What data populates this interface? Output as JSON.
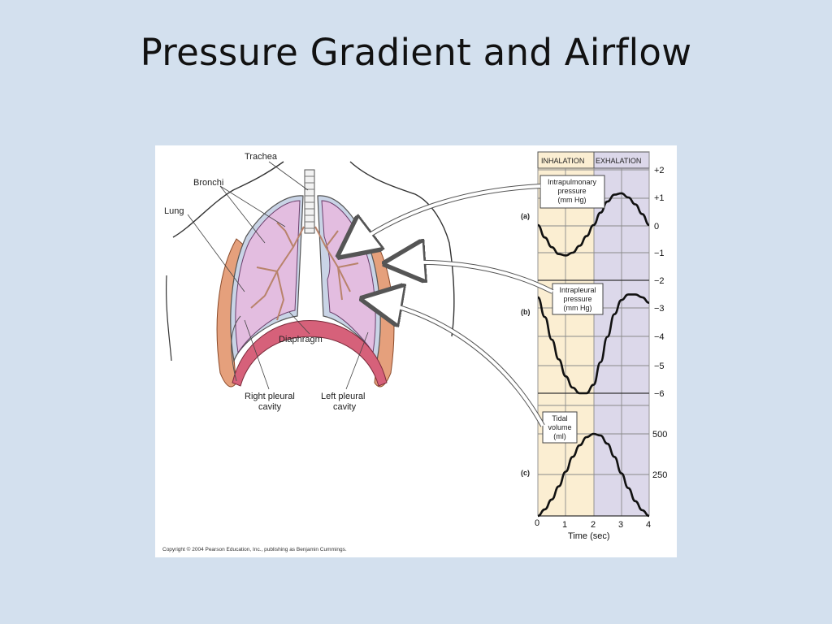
{
  "slide": {
    "title": "Pressure Gradient and Airflow"
  },
  "anatomy": {
    "trachea": "Trachea",
    "bronchi": "Bronchi",
    "lung": "Lung",
    "diaphragm": "Diaphragm",
    "right_pleural_1": "Right pleural",
    "right_pleural_2": "cavity",
    "left_pleural_1": "Left pleural",
    "left_pleural_2": "cavity"
  },
  "graph": {
    "phase_inhalation": "INHALATION",
    "phase_exhalation": "EXHALATION",
    "xlabel": "Time (sec)",
    "colors": {
      "inhalation": "#fbeed2",
      "exhalation": "#dcd8ea"
    }
  },
  "copyright": "Copyright © 2004 Pearson Education, Inc., publishing as Benjamin Cummings.",
  "chart_data": [
    {
      "type": "line",
      "panel": "(a)",
      "box_lines": [
        "Intrapulmonary",
        "pressure",
        "(mm Hg)"
      ],
      "x": [
        0,
        0.25,
        0.5,
        0.75,
        1,
        1.25,
        1.5,
        1.75,
        2,
        2.25,
        2.5,
        2.75,
        3,
        3.25,
        3.5,
        3.75,
        4
      ],
      "y": [
        0,
        -0.45,
        -0.8,
        -1.05,
        -1.1,
        -1.0,
        -0.75,
        -0.4,
        0,
        0.45,
        0.85,
        1.1,
        1.15,
        1.0,
        0.75,
        0.4,
        0
      ],
      "xlim": [
        0,
        4
      ],
      "ylim": [
        -2,
        2
      ],
      "yticks": [
        "+2",
        "+1",
        "0",
        "−1",
        "−2"
      ]
    },
    {
      "type": "line",
      "panel": "(b)",
      "box_lines": [
        "Intrapleural",
        "pressure",
        "(mm Hg)"
      ],
      "x": [
        0,
        0.25,
        0.5,
        0.75,
        1,
        1.25,
        1.5,
        1.75,
        2,
        2.25,
        2.5,
        2.75,
        3,
        3.25,
        3.5,
        3.75,
        4
      ],
      "y": [
        -2.6,
        -3.3,
        -4.1,
        -4.8,
        -5.4,
        -5.8,
        -6.0,
        -6.0,
        -5.7,
        -4.9,
        -4.0,
        -3.2,
        -2.7,
        -2.5,
        -2.5,
        -2.6,
        -2.8
      ],
      "xlim": [
        0,
        4
      ],
      "ylim": [
        -6,
        -2
      ],
      "yticks": [
        "−3",
        "−4",
        "−5",
        "−6"
      ]
    },
    {
      "type": "line",
      "panel": "(c)",
      "box_lines": [
        "Tidal",
        "volume",
        "(ml)"
      ],
      "x": [
        0,
        0.25,
        0.5,
        0.75,
        1,
        1.25,
        1.5,
        1.75,
        2,
        2.25,
        2.5,
        2.75,
        3,
        3.25,
        3.5,
        3.75,
        4
      ],
      "y": [
        0,
        40,
        100,
        180,
        270,
        360,
        430,
        480,
        500,
        490,
        440,
        360,
        260,
        170,
        90,
        35,
        0
      ],
      "xlim": [
        0,
        4
      ],
      "ylim": [
        0,
        600
      ],
      "yticks": [
        "500",
        "250"
      ],
      "xticks": [
        "0",
        "1",
        "2",
        "3",
        "4"
      ]
    }
  ]
}
